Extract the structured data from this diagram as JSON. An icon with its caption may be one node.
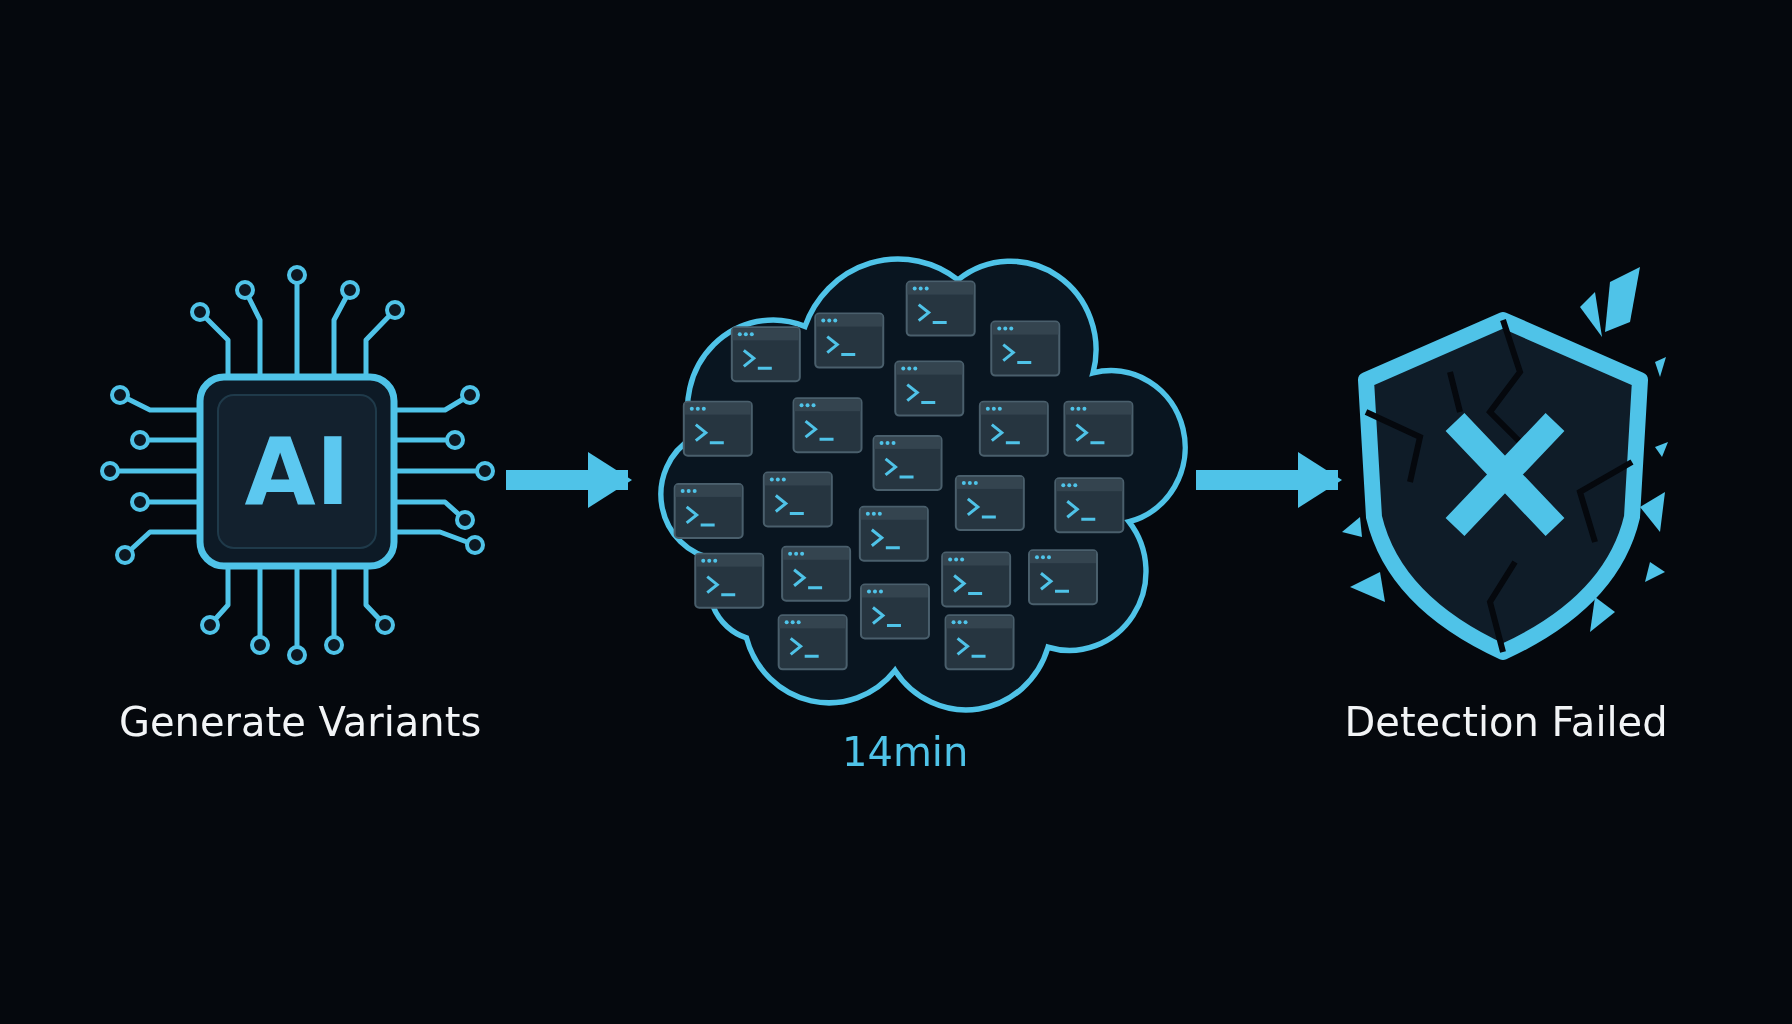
{
  "diagram": {
    "nodes": [
      {
        "text": [
          "AI",
          "Generate Variants"
        ]
      },
      {
        "text": [
          "14min"
        ]
      },
      {
        "text": [
          "Detection Failed"
        ]
      }
    ],
    "edges": [
      {
        "from": 0,
        "to": 1,
        "arrow": "to"
      },
      {
        "from": 1,
        "to": 2,
        "arrow": "to"
      }
    ]
  }
}
